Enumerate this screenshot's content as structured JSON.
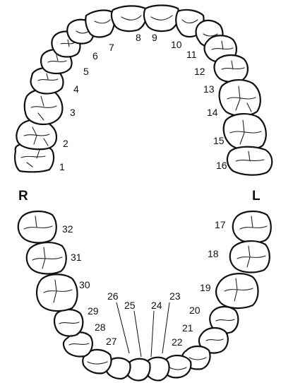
{
  "side_labels": {
    "right": "R",
    "left": "L"
  },
  "upper_arch": {
    "teeth": [
      {
        "number": "1"
      },
      {
        "number": "2"
      },
      {
        "number": "3"
      },
      {
        "number": "4"
      },
      {
        "number": "5"
      },
      {
        "number": "6"
      },
      {
        "number": "7"
      },
      {
        "number": "8"
      },
      {
        "number": "9"
      },
      {
        "number": "10"
      },
      {
        "number": "11"
      },
      {
        "number": "12"
      },
      {
        "number": "13"
      },
      {
        "number": "14"
      },
      {
        "number": "15"
      },
      {
        "number": "16"
      }
    ]
  },
  "lower_arch": {
    "teeth": [
      {
        "number": "17"
      },
      {
        "number": "18"
      },
      {
        "number": "19"
      },
      {
        "number": "20"
      },
      {
        "number": "21"
      },
      {
        "number": "22"
      },
      {
        "number": "23"
      },
      {
        "number": "24"
      },
      {
        "number": "25"
      },
      {
        "number": "26"
      },
      {
        "number": "27"
      },
      {
        "number": "28"
      },
      {
        "number": "29"
      },
      {
        "number": "30"
      },
      {
        "number": "31"
      },
      {
        "number": "32"
      }
    ]
  }
}
